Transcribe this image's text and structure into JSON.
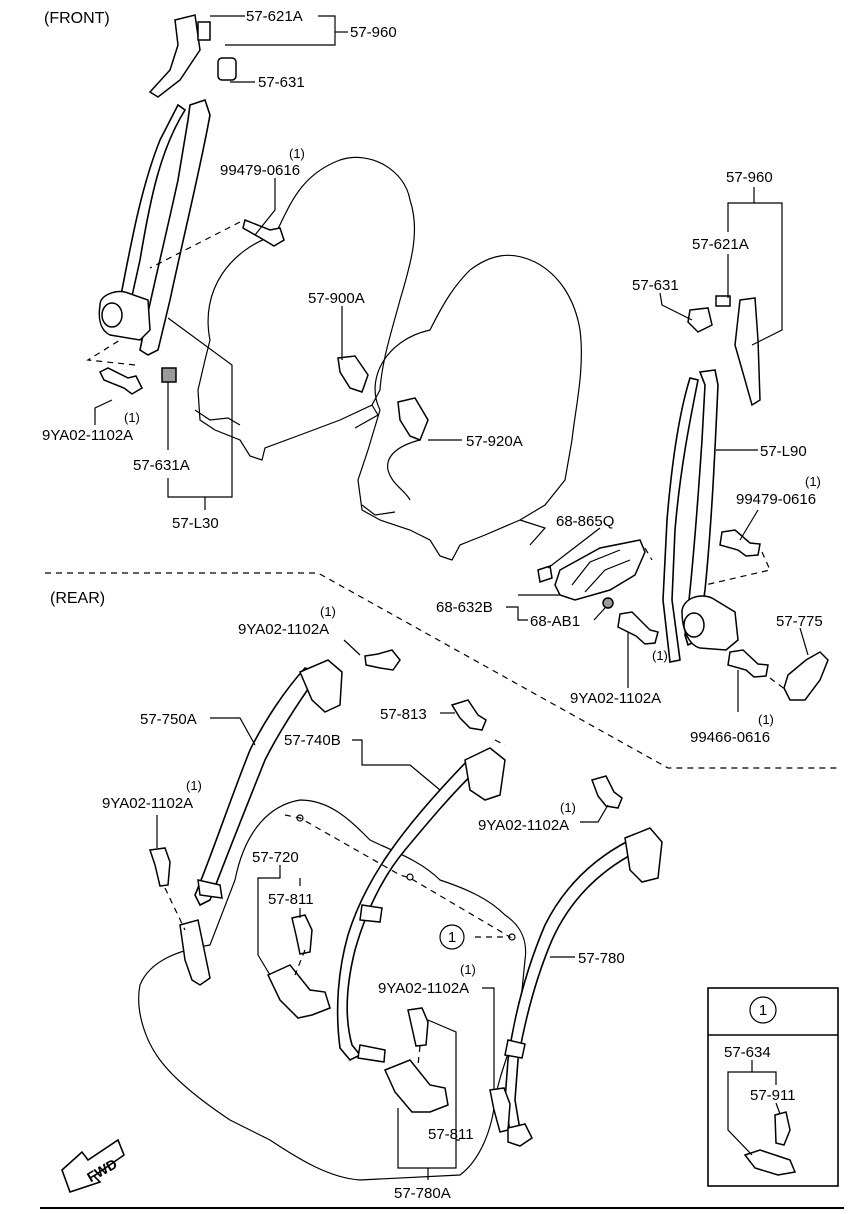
{
  "sections": {
    "front": "(FRONT)",
    "rear": "(REAR)"
  },
  "fwd": "FWD",
  "callout_symbol": "1",
  "labels": {
    "p57_621A_top": "57-621A",
    "p57_960_top": "57-960",
    "p57_631_top": "57-631",
    "p99479_0616_left_q": "(1)",
    "p99479_0616_left": "99479-0616",
    "p57_900A": "57-900A",
    "p9YA02_1102A_front_q": "(1)",
    "p9YA02_1102A_front": "9YA02-1102A",
    "p57_631A": "57-631A",
    "p57_L30": "57-L30",
    "p57_920A": "57-920A",
    "p57_960_right": "57-960",
    "p57_621A_right": "57-621A",
    "p57_631_right": "57-631",
    "p57_L90": "57-L90",
    "p99479_0616_right_q": "(1)",
    "p99479_0616_right": "99479-0616",
    "p68_865Q": "68-865Q",
    "p68_632B": "68-632B",
    "p68_AB1": "68-AB1",
    "p9YA02_1102A_mid_q": "(1)",
    "p9YA02_1102A_mid": "9YA02-1102A",
    "p57_775": "57-775",
    "p99466_0616_q": "(1)",
    "p99466_0616": "99466-0616",
    "p9YA02_1102A_rear1_q": "(1)",
    "p9YA02_1102A_rear1": "9YA02-1102A",
    "p57_750A": "57-750A",
    "p57_813": "57-813",
    "p57_740B": "57-740B",
    "p9YA02_1102A_rear2_q": "(1)",
    "p9YA02_1102A_rear2": "9YA02-1102A",
    "p9YA02_1102A_left_q": "(1)",
    "p9YA02_1102A_left": "9YA02-1102A",
    "p57_720": "57-720",
    "p57_811_a": "57-811",
    "p57_780": "57-780",
    "p9YA02_1102A_center_q": "(1)",
    "p9YA02_1102A_center": "9YA02-1102A",
    "p57_811_b": "57-811",
    "p57_780A": "57-780A",
    "p57_634": "57-634",
    "p57_911": "57-911"
  }
}
